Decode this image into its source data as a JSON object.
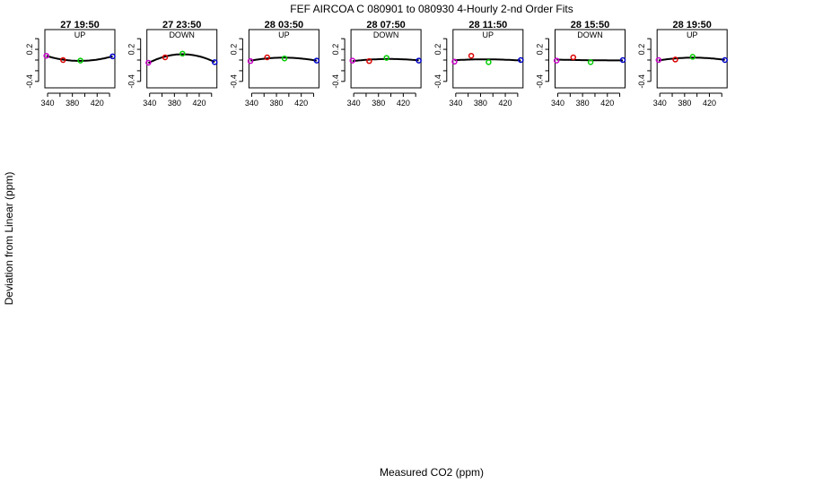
{
  "chart_data": {
    "type": "scatter",
    "title": "FEF   AIRCOA C   080901 to 080930   4-Hourly 2-nd Order Fits",
    "xlabel": "Measured CO2 (ppm)",
    "ylabel": "Deviation from Linear (ppm)",
    "xlim": [
      335.6,
      448.6
    ],
    "ylim": [
      -0.52,
      0.57
    ],
    "x_ticks": [
      340,
      360,
      380,
      400,
      420,
      440
    ],
    "x_tick_labels": [
      "340",
      "",
      "380",
      "",
      "420",
      ""
    ],
    "y_ticks": [
      0.4,
      0.2,
      0,
      -0.2,
      -0.4
    ],
    "y_tick_labels": [
      "",
      "0.2",
      "",
      "",
      "-0.4"
    ],
    "grid": false,
    "point_colors": [
      "#cc00cc",
      "#dd0000",
      "#00cc00",
      "#0000cc"
    ],
    "point_x": [
      338,
      365,
      393,
      445
    ],
    "panels": [
      {
        "title": "27 19:50",
        "direction": "UP",
        "values": [
          0.08,
          0.0,
          -0.01,
          0.07
        ]
      },
      {
        "title": "27 23:50",
        "direction": "DOWN",
        "values": [
          -0.05,
          0.05,
          0.12,
          -0.04
        ]
      },
      {
        "title": "28 03:50",
        "direction": "UP",
        "values": [
          -0.02,
          0.05,
          0.03,
          -0.01
        ]
      },
      {
        "title": "28 07:50",
        "direction": "DOWN",
        "values": [
          -0.01,
          -0.02,
          0.04,
          -0.01
        ]
      },
      {
        "title": "28 11:50",
        "direction": "UP",
        "values": [
          -0.03,
          0.08,
          -0.04,
          0.0
        ]
      },
      {
        "title": "28 15:50",
        "direction": "DOWN",
        "values": [
          -0.01,
          0.05,
          -0.04,
          0.0
        ]
      },
      {
        "title": "28 19:50",
        "direction": "UP",
        "values": [
          0.0,
          0.01,
          0.06,
          0.0
        ]
      }
    ]
  }
}
